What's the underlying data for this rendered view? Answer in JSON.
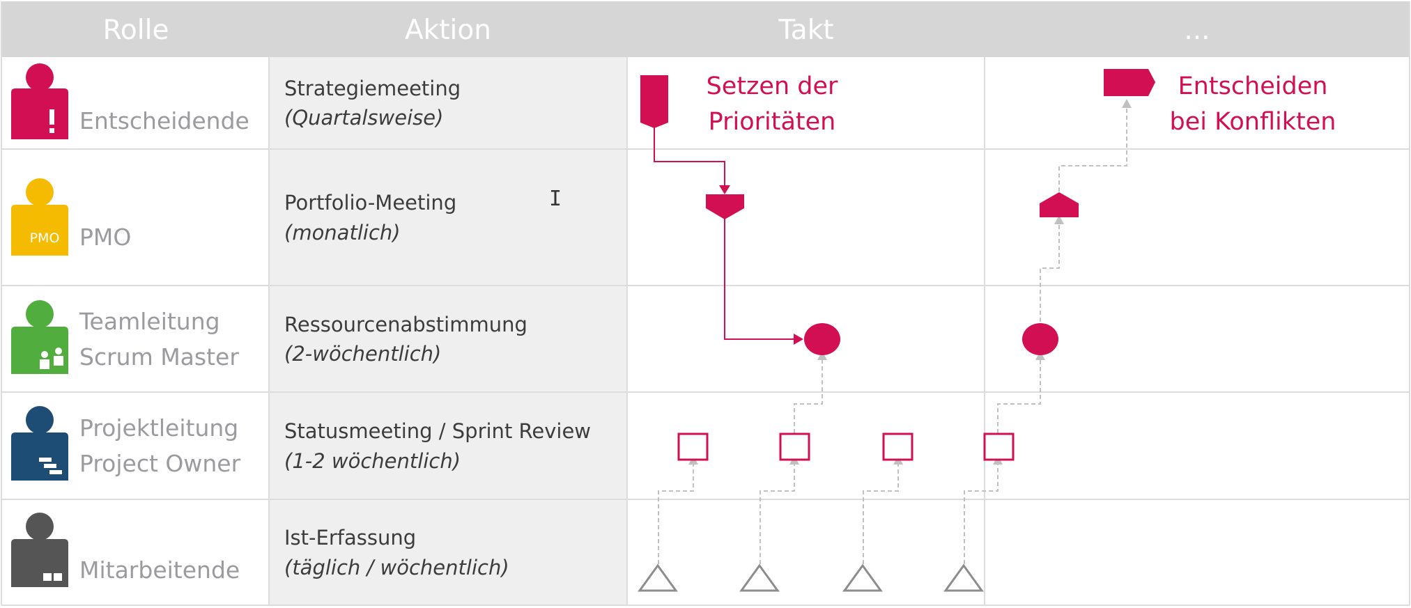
{
  "header": {
    "columns": [
      "Rolle",
      "Aktion",
      "Takt",
      "..."
    ]
  },
  "rows": [
    {
      "role": [
        "",
        "Entscheidende"
      ],
      "icon": "person-icon-exclamation",
      "badge": "!",
      "color": "#d10f52",
      "action": "Strategiemeeting",
      "frequency": "(Quartalsweise)"
    },
    {
      "role": [
        "",
        "PMO"
      ],
      "icon": "person-icon-pmo",
      "badge": "PMO",
      "color": "#f5bb00",
      "action": "Portfolio-Meeting",
      "frequency": "(monatlich)"
    },
    {
      "role": [
        "Teamleitung",
        "Scrum Master"
      ],
      "icon": "person-icon-team",
      "badge": "",
      "color": "#52ad3f",
      "action": "Ressourcenabstimmung",
      "frequency": "(2-wöchentlich)"
    },
    {
      "role": [
        "Projektleitung",
        "Project Owner"
      ],
      "icon": "person-icon-gantt",
      "badge": "",
      "color": "#1d4d74",
      "action": "Statusmeeting / Sprint Review",
      "frequency": "(1-2 wöchentlich)"
    },
    {
      "role": [
        "",
        "Mitarbeitende"
      ],
      "icon": "person-icon-blocks",
      "badge": "",
      "color": "#555555",
      "action": "Ist-Erfassung",
      "frequency": "(täglich  / wöchentlich)"
    }
  ],
  "annotations": {
    "left": [
      "Setzen der",
      "Prioritäten"
    ],
    "right": [
      "Entscheiden",
      "bei Konflikten"
    ]
  },
  "colors": {
    "accent": "#d10f52",
    "header_bg": "#d6d6d6",
    "action_bg": "#efefef",
    "grid": "#dcdcdc",
    "dashed": "#c0c0c0",
    "triangle": "#8c8c8c"
  },
  "cursor": "I"
}
